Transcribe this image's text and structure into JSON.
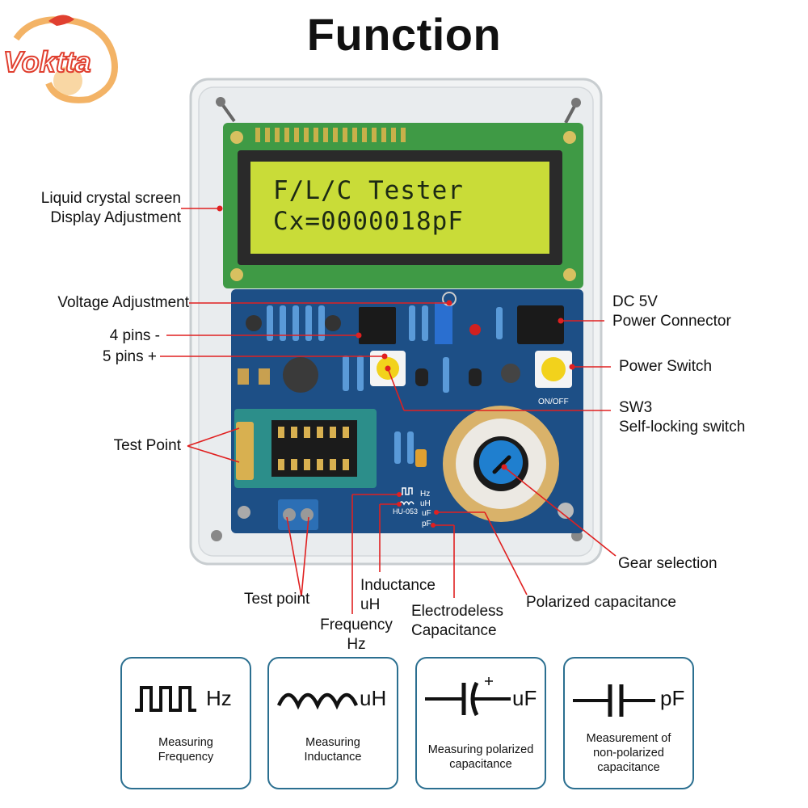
{
  "brand": "Voktta",
  "title": "Function",
  "lcd": {
    "line1": "F/L/C Tester",
    "line2": "Cx=0000018pF"
  },
  "labels": {
    "lcd_screen_1": "Liquid crystal screen",
    "lcd_screen_2": "Display Adjustment",
    "voltage": "Voltage Adjustment",
    "pins_4": "4 pins -",
    "pins_5": "5 pins +",
    "test_point": "Test Point",
    "test_point_bottom": "Test point",
    "dc_1": "DC 5V",
    "dc_2": "Power Connector",
    "power_switch": "Power Switch",
    "sw3_1": "SW3",
    "sw3_2": "Self-locking switch",
    "gear": "Gear selection",
    "polarized": "Polarized capacitance",
    "inductance_1": "Inductance",
    "inductance_2": "uH",
    "electrodeless_1": "Electrodeless",
    "electrodeless_2": "Capacitance",
    "frequency_1": "Frequency",
    "frequency_2": "Hz"
  },
  "board": {
    "model": "HU-053",
    "on_off": "ON/OFF",
    "hz": "Hz",
    "uh": "uH",
    "uf": "uF",
    "pf": "pF"
  },
  "cards": [
    {
      "icon": "square-wave-icon",
      "unit": "Hz",
      "desc1": "Measuring",
      "desc2": "Frequency"
    },
    {
      "icon": "inductor-coil-icon",
      "unit": "uH",
      "desc1": "Measuring",
      "desc2": "Inductance"
    },
    {
      "icon": "polarized-capacitor-icon",
      "unit": "uF",
      "desc1": "Measuring polarized",
      "desc2": "capacitance"
    },
    {
      "icon": "capacitor-icon",
      "unit": "pF",
      "desc1": "Measurement of",
      "desc2": "non-polarized",
      "desc3": "capacitance"
    }
  ],
  "colors": {
    "pcb": "#1d4f86",
    "lcd": "#c9dc38",
    "lcd_board": "#3f9a45",
    "callout": "#e02020",
    "card_border": "#2b6f90",
    "knob": "#1f7fcf"
  }
}
